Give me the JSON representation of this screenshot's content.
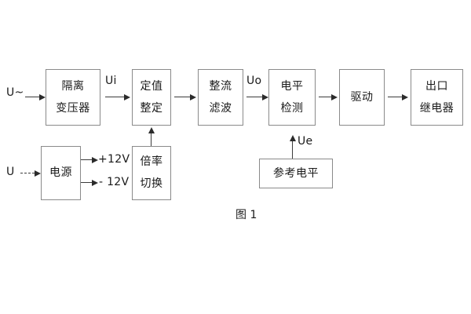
{
  "figure": {
    "caption": "图 1"
  },
  "signal_chain": {
    "input_label": "U~",
    "blocks": [
      {
        "id": "isolation-transformer",
        "lines": [
          "隔离",
          "变压器"
        ]
      },
      {
        "id": "setting-value",
        "lines": [
          "定值",
          "整定"
        ]
      },
      {
        "id": "rectify-filter",
        "lines": [
          "整流",
          "滤波"
        ]
      },
      {
        "id": "level-detection",
        "lines": [
          "电平",
          "检测"
        ]
      },
      {
        "id": "drive",
        "lines": [
          "驱动"
        ]
      },
      {
        "id": "output-relay",
        "lines": [
          "出口",
          "继电器"
        ]
      }
    ],
    "signal_labels": {
      "ui": "Ui",
      "uo": "Uo",
      "ue": "Ue"
    }
  },
  "power_section": {
    "input_label": "U",
    "blocks": [
      {
        "id": "power-supply",
        "lines": [
          "电源"
        ]
      },
      {
        "id": "multiplier-switch",
        "lines": [
          "倍率",
          "切换"
        ]
      }
    ],
    "rails": {
      "positive": "+12V",
      "negative": "- 12V"
    }
  },
  "reference_section": {
    "blocks": [
      {
        "id": "reference-level",
        "lines": [
          "参考电平"
        ]
      }
    ]
  },
  "colors": {
    "box_border": "#8a8a8a",
    "line": "#3b3b3b",
    "text": "#1a1a1a",
    "background": "#ffffff"
  }
}
